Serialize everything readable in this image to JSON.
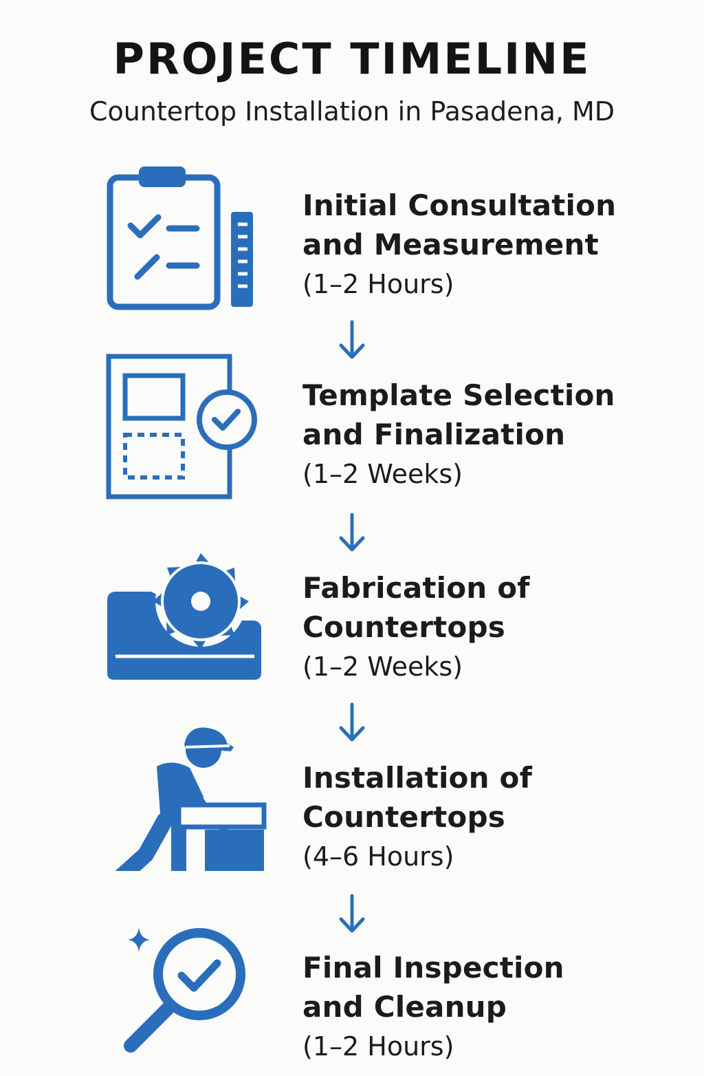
{
  "header": {
    "title": "PROJECT TIMELINE",
    "subtitle": "Countertop Installation in Pasadena, MD"
  },
  "accent_color": "#2a6ebb",
  "steps": [
    {
      "icon": "clipboard-checklist-icon",
      "line1": "Initial Consultation",
      "line2": "and Measurement",
      "duration": "(1–2 Hours)"
    },
    {
      "icon": "template-check-icon",
      "line1": "Template Selection",
      "line2": "and Finalization",
      "duration": "(1–2 Weeks)"
    },
    {
      "icon": "saw-blade-icon",
      "line1": "Fabrication of",
      "line2": "Countertops",
      "duration": "(1–2 Weeks)"
    },
    {
      "icon": "worker-installing-icon",
      "line1": "Installation of",
      "line2": "Countertops",
      "duration": "(4–6 Hours)"
    },
    {
      "icon": "magnifier-check-icon",
      "line1": "Final Inspection",
      "line2": "and Cleanup",
      "duration": "(1–2 Hours)"
    }
  ]
}
